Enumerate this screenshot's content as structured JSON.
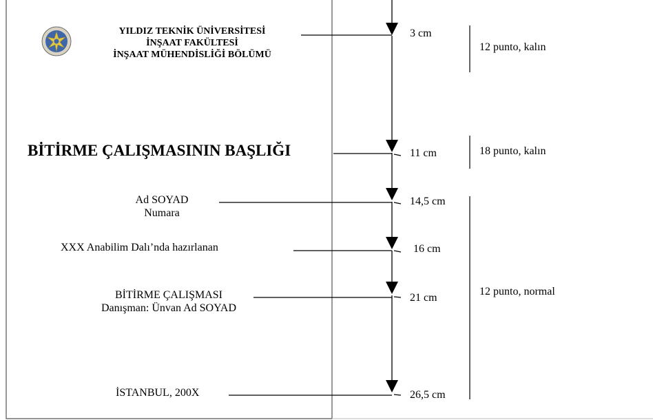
{
  "header": {
    "line1": "YILDIZ TEKNİK ÜNİVERSİTESİ",
    "line2": "İNŞAAT FAKÜLTESİ",
    "line3": "İNŞAAT MÜHENDİSLİĞİ BÖLÜMÜ"
  },
  "title": "BİTİRME ÇALIŞMASININ BAŞLIĞI",
  "author": {
    "name": "Ad SOYAD",
    "number": "Numara"
  },
  "department_line": "XXX Anabilim Dalı’nda hazırlanan",
  "thesis": {
    "label": "BİTİRME ÇALIŞMASI",
    "advisor": "Danışman: Ünvan Ad SOYAD"
  },
  "footer": "İSTANBUL, 200X",
  "measurements": [
    "3 cm",
    "11 cm",
    "14,5 cm",
    "16 cm",
    "21 cm",
    "26,5 cm"
  ],
  "format_notes": {
    "header": "12 punto, kalın",
    "title": "18 punto, kalın",
    "body": "12 punto, normal"
  },
  "colors": {
    "page_border": "#555555",
    "divider": "#bbbbbb",
    "ink": "#000000"
  },
  "logo": {
    "icon": "university-seal-icon"
  }
}
